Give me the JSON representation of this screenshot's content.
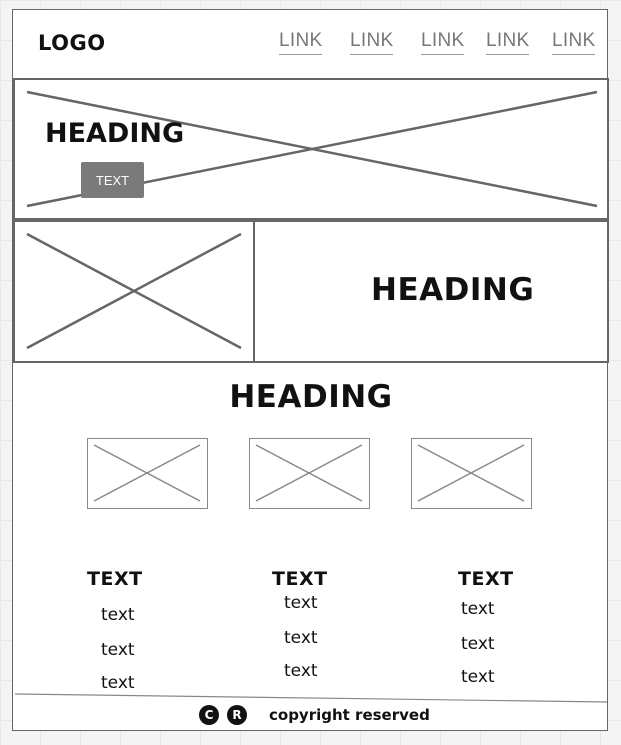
{
  "header": {
    "logo": "LOGO",
    "links": [
      "LINK",
      "LINK",
      "LINK",
      "LINK",
      "LINK"
    ]
  },
  "hero": {
    "heading": "HEADING",
    "button_label": "TEXT",
    "image_icon": "image-placeholder-icon"
  },
  "feature": {
    "heading": "HEADING",
    "image_icon": "image-placeholder-icon"
  },
  "gallery": {
    "heading": "HEADING",
    "thumbnail_icon": "image-placeholder-icon"
  },
  "footer": {
    "columns": [
      {
        "title": "TEXT",
        "items": [
          "text",
          "text",
          "text"
        ]
      },
      {
        "title": "TEXT",
        "items": [
          "text",
          "text",
          "text"
        ]
      },
      {
        "title": "TEXT",
        "items": [
          "text",
          "text",
          "text"
        ]
      }
    ],
    "copyright_symbol": "C",
    "registered_symbol": "R",
    "copyright_text": "copyright reserved"
  },
  "colors": {
    "wire_stroke": "#666666",
    "button_bg": "#7a7a7a",
    "link_color": "#777777"
  }
}
